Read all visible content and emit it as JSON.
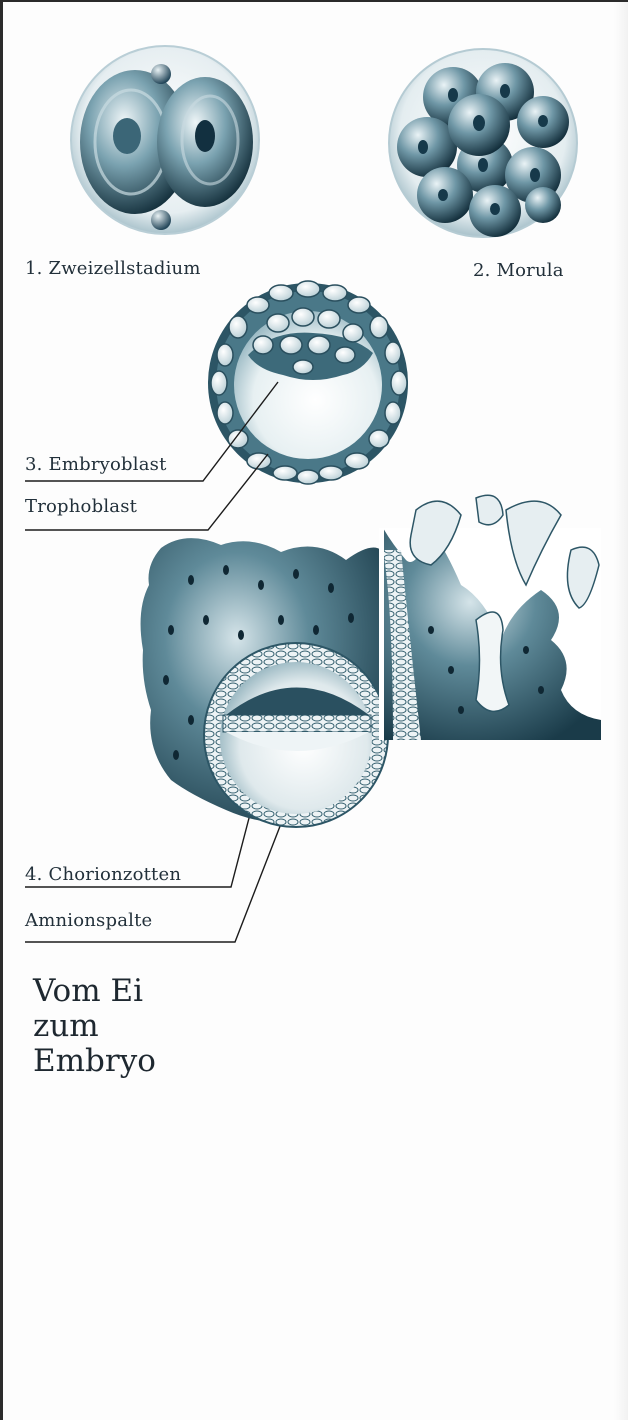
{
  "title_lines": [
    "Vom Ei",
    "zum",
    "Embryo"
  ],
  "labels": {
    "two_cell": "1. Zweizellstadium",
    "morula": "2. Morula",
    "embryoblast": "3. Embryoblast",
    "trophoblast": "Trophoblast",
    "chorion": "4. Chorionzotten",
    "amnion": "Amnionspalte"
  },
  "colors": {
    "cell_dark": "#1c3c4a",
    "cell_mid": "#4f7c8c",
    "cell_light": "#cfe0e6",
    "ink": "#1f2a30"
  }
}
